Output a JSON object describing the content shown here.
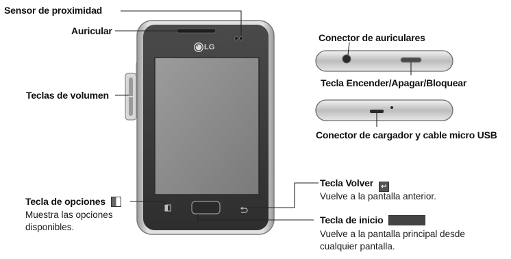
{
  "labels": {
    "proximity_sensor": "Sensor de proximidad",
    "earpiece": "Auricular",
    "volume_keys": "Teclas de volumen",
    "options_key": "Tecla de opciones",
    "options_key_desc_line1": "Muestra las opciones",
    "options_key_desc_line2": "disponibles.",
    "headset_jack": "Conector de auriculares",
    "power_key": "Tecla Encender/Apagar/Bloquear",
    "charger_port": "Conector de cargador y cable micro USB",
    "back_key": "Tecla Volver",
    "back_key_desc": "Vuelve a la pantalla anterior.",
    "home_key": "Tecla de inicio",
    "home_key_desc_line1": "Vuelve a la pantalla principal desde",
    "home_key_desc_line2": "cualquier pantalla."
  },
  "device": {
    "brand_logo_text": "LG"
  },
  "colors": {
    "bezel": "#3b3b3b",
    "screen": "#8a8a8a",
    "frame": "#c8c8c8",
    "icon_fill": "#555555"
  }
}
